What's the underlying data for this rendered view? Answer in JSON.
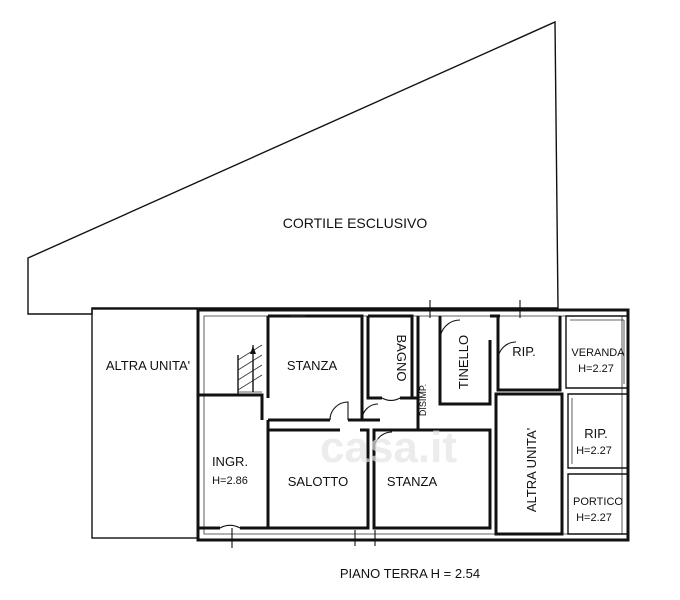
{
  "plan": {
    "courtyard_label": "CORTILE ESCLUSIVO",
    "floor_label": "PIANO TERRA H = 2.54",
    "watermark": "casa.it",
    "rooms": {
      "altra_unita_left": "ALTRA UNITA'",
      "stanza_top": "STANZA",
      "bagno": "BAGNO",
      "disimp": "DISIMP.",
      "tinello": "TINELLO",
      "rip_top": "RIP.",
      "veranda": "VERANDA",
      "veranda_h": "H=2.27",
      "ingr": "INGR.",
      "ingr_h": "H=2.86",
      "salotto": "SALOTTO",
      "stanza_bottom": "STANZA",
      "altra_unita_right": "ALTRA UNITA'",
      "rip_right": "RIP.",
      "rip_right_h": "H=2.27",
      "portico": "PORTICO",
      "portico_h": "H=2.27"
    }
  }
}
